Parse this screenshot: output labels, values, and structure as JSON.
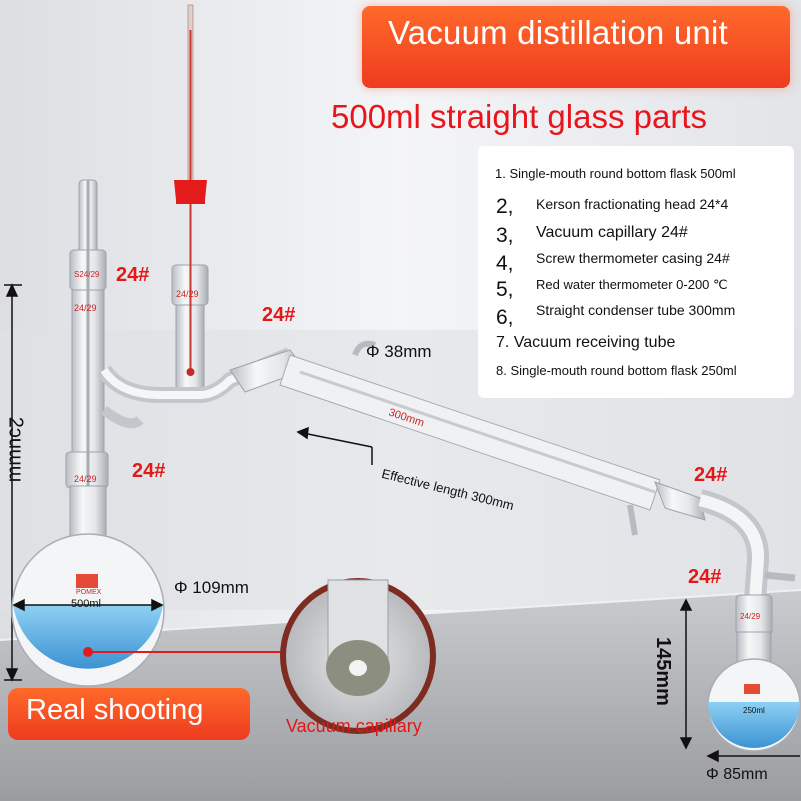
{
  "title_banner": "Vacuum distillation unit",
  "subtitle": "500ml straight glass parts",
  "parts": [
    {
      "number": "1.",
      "label": "Single-mouth round bottom flask 500ml"
    },
    {
      "number": "2,",
      "label": "Kerson fractionating head 24*4"
    },
    {
      "number": "3,",
      "label": "Vacuum capillary 24#"
    },
    {
      "number": "4,",
      "label": "Screw thermometer casing 24#"
    },
    {
      "number": "5,",
      "label": "Red water thermometer 0-200 ℃"
    },
    {
      "number": "6,",
      "label": "Straight condenser tube 300mm"
    },
    {
      "number": "7.",
      "label": "Vacuum receiving tube"
    },
    {
      "number": "8.",
      "label": "Single-mouth round bottom flask 250ml"
    }
  ],
  "joint_labels": [
    "24#",
    "24#",
    "24#",
    "24#",
    "24#"
  ],
  "dimensions": {
    "total_height": "2ɔuɯɯ",
    "condenser_diameter": "Φ 38mm",
    "effective_length": "Effective length 300mm",
    "flask_diameter": "Φ 109mm",
    "receiver_height": "145mm",
    "receiver_diameter": "Φ 85mm"
  },
  "glass_markings": {
    "brand": "POMEX",
    "flask_volume": "500ml",
    "receiver_volume": "250ml",
    "condenser_length": "300mm",
    "joint_size": "24/29",
    "joint_size_s": "S24/29"
  },
  "badge": "Real shooting",
  "inset_label": "Vacuum capillary",
  "colors": {
    "accent": "#ef4423",
    "red_text": "#e8151c",
    "liquid": "#5fb4e8"
  }
}
